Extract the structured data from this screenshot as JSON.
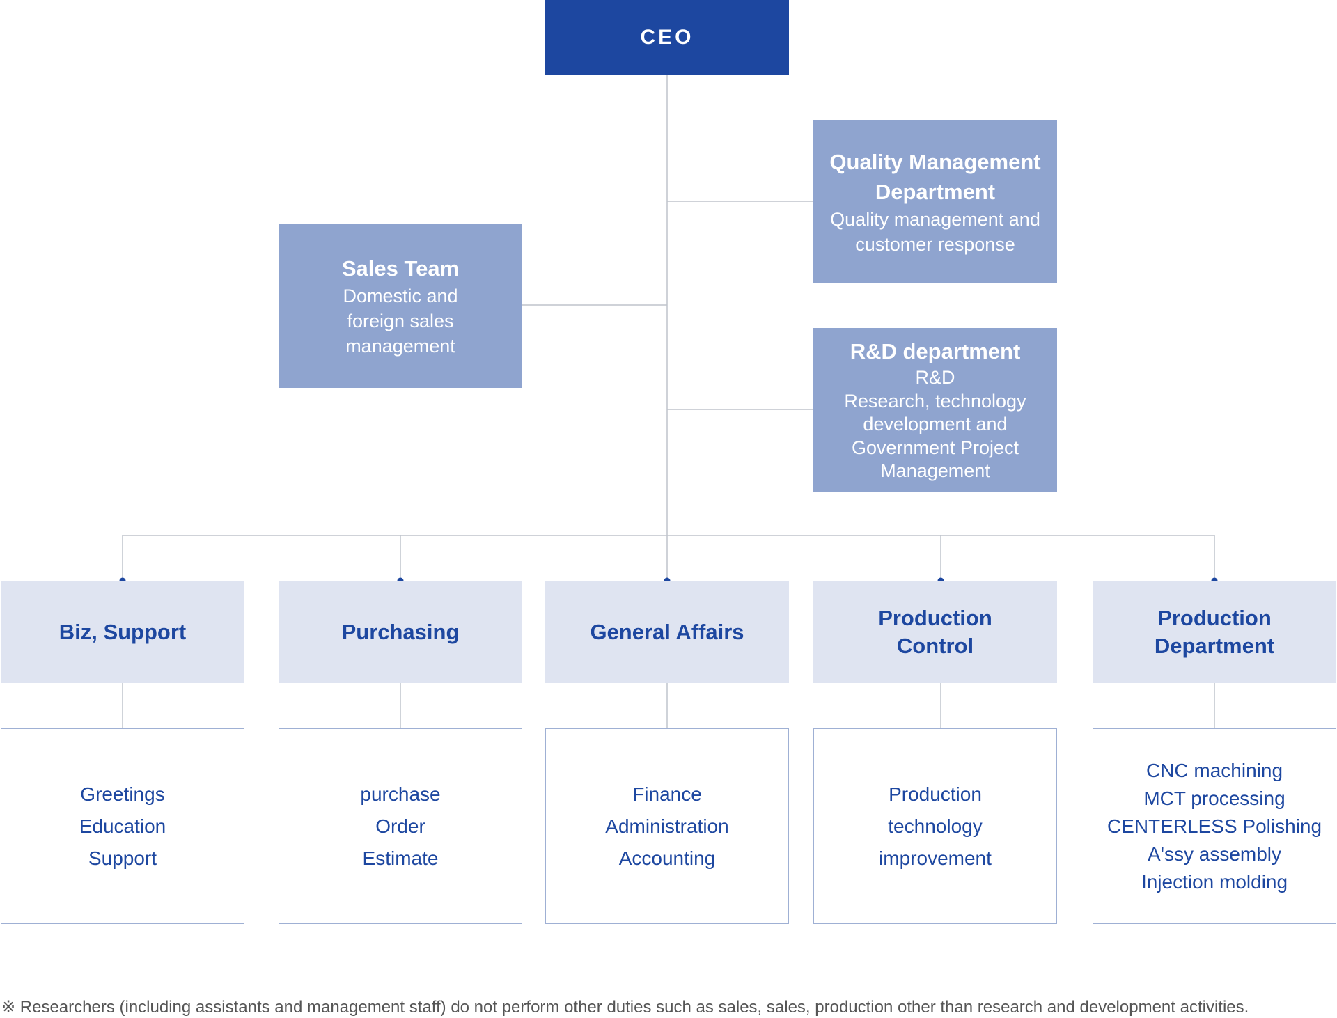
{
  "ceo": "CEO",
  "quality": {
    "title_lines": [
      "Quality Management",
      "Department"
    ],
    "desc_lines": [
      "Quality management and",
      "customer response"
    ]
  },
  "sales": {
    "title_lines": [
      "Sales Team"
    ],
    "desc_lines": [
      "Domestic and",
      "foreign sales",
      "management"
    ]
  },
  "rnd": {
    "title_lines": [
      "R&D department"
    ],
    "desc_lines": [
      "R&D",
      "Research, technology",
      "development and",
      "Government Project",
      "Management"
    ]
  },
  "departments": [
    {
      "name_lines": [
        "Biz, Support"
      ],
      "duties": [
        "Greetings",
        "Education",
        "Support"
      ]
    },
    {
      "name_lines": [
        "Purchasing"
      ],
      "duties": [
        "purchase",
        "Order",
        "Estimate"
      ]
    },
    {
      "name_lines": [
        "General Affairs"
      ],
      "duties": [
        "Finance",
        "Administration",
        "Accounting"
      ]
    },
    {
      "name_lines": [
        "Production",
        "Control"
      ],
      "duties": [
        "Production",
        "technology",
        "improvement"
      ]
    },
    {
      "name_lines": [
        "Production",
        "Department"
      ],
      "duties": [
        "CNC machining",
        "MCT processing",
        "CENTERLESS Polishing",
        "A'ssy assembly",
        "Injection molding"
      ]
    }
  ],
  "footnote": "※ Researchers (including assistants and management staff) do not perform other duties such as sales, sales, production other than research and development activities.",
  "colors": {
    "ceo": "#1d47a0",
    "mid_box": "#8fa4cf",
    "dept_box": "#dfe4f1",
    "text_blue": "#1d47a0",
    "line": "#bfc4cc"
  }
}
